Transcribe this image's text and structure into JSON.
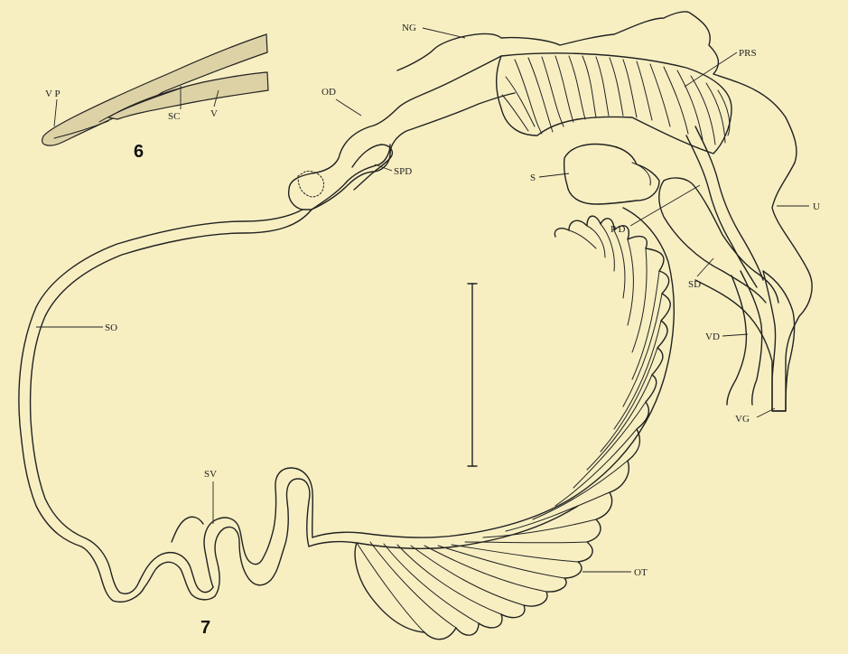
{
  "figures": {
    "fig6": {
      "number": "6",
      "labels": {
        "vp": "V P",
        "sc": "SC",
        "v": "V"
      }
    },
    "fig7": {
      "number": "7",
      "labels": {
        "ng": "NG",
        "prs": "PRS",
        "od": "OD",
        "spd": "SPD",
        "s": "S",
        "pd": "P D",
        "u": "U",
        "sd": "SD",
        "so": "SO",
        "vd": "VD",
        "vg": "VG",
        "sv": "SV",
        "ot": "OT"
      }
    }
  },
  "colors": {
    "background": "#f7efc2",
    "ink": "#222222",
    "stipple": "#d9cfa8"
  }
}
